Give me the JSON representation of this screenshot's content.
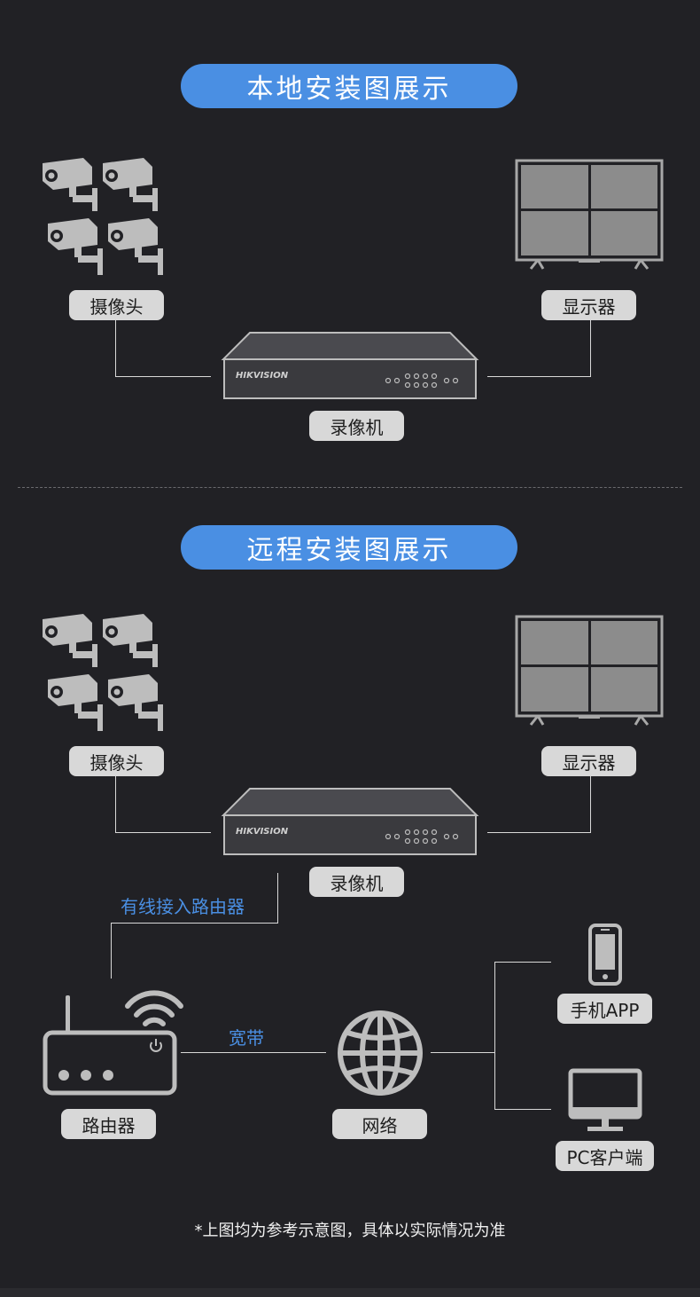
{
  "sections": [
    {
      "title": "本地安装图展示"
    },
    {
      "title": "远程安装图展示"
    }
  ],
  "labels": {
    "camera": "摄像头",
    "display": "显示器",
    "recorder": "录像机",
    "router": "路由器",
    "network": "网络",
    "mobile_app": "手机APP",
    "pc_client": "PC客户端"
  },
  "connections": {
    "wired_router": "有线接入路由器",
    "broadband": "宽带"
  },
  "brand": "HIKVISION",
  "footnote": "*上图均为参考示意图，具体以实际情况为准",
  "colors": {
    "background": "#212125",
    "accent": "#4a8fe3",
    "label_bg": "#d8d8d8",
    "icon_gray": "#bdbdbd",
    "screen_gray": "#8c8c8c"
  }
}
